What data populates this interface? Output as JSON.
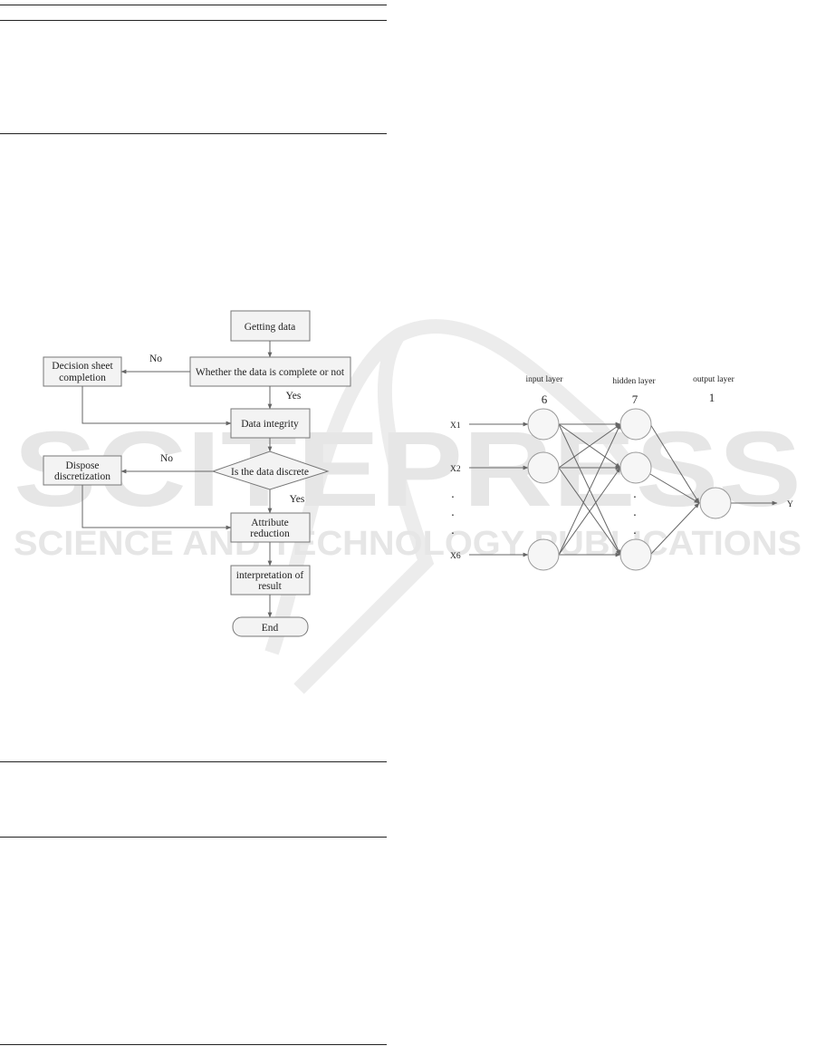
{
  "watermark": {
    "main": "SCITEPRESS",
    "sub": "SCIENCE AND TECHNOLOGY PUBLICATIONS"
  },
  "flowchart": {
    "getting_data": "Getting data",
    "whether_complete": "Whether the data is complete or not",
    "decision_sheet": [
      "Decision sheet",
      "completion"
    ],
    "data_integrity": "Data integrity",
    "is_discrete": "Is the data discrete",
    "dispose": [
      "Dispose",
      "discretization"
    ],
    "attribute_reduction": [
      "Attribute",
      "reduction"
    ],
    "interpretation": [
      "interpretation of",
      "result"
    ],
    "end": "End",
    "no_label": "No",
    "yes_label": "Yes"
  },
  "network": {
    "input_layer": "input layer",
    "hidden_layer": "hidden layer",
    "output_layer": "output layer",
    "input_count": "6",
    "hidden_count": "7",
    "output_count": "1",
    "inputs": [
      "X1",
      "X2",
      "X6"
    ],
    "dots": "·",
    "output": "Y"
  }
}
